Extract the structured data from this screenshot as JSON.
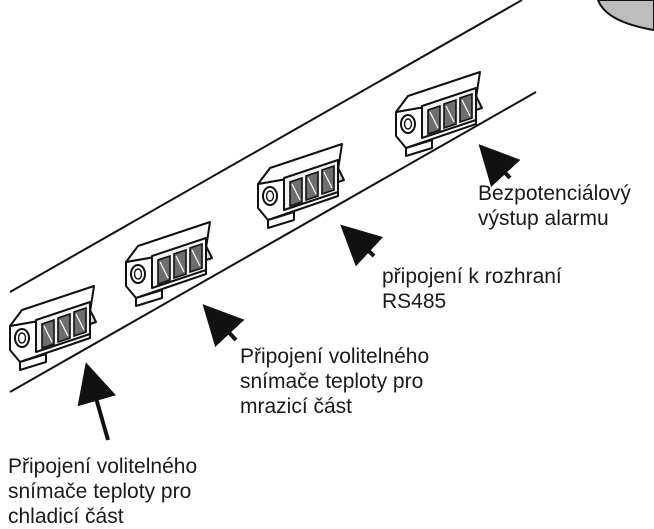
{
  "labels": {
    "alarm": {
      "line1": "Bezpotenciálový",
      "line2": "výstup alarmu"
    },
    "rs485": {
      "line1": "připojení k rozhraní",
      "line2": "RS485"
    },
    "freezer_sensor": {
      "line1": "Připojení volitelného",
      "line2": "snímače teploty pro",
      "line3": "mrazicí část"
    },
    "cooler_sensor": {
      "line1": "Připojení volitelného",
      "line2": "snímače teploty pro",
      "line3": "chladicí část"
    }
  },
  "colors": {
    "line": "#111111",
    "body": "#ffffff",
    "face": "#f2f2f2",
    "slot": "#6e6e6e",
    "case": "#bdbdbd"
  }
}
